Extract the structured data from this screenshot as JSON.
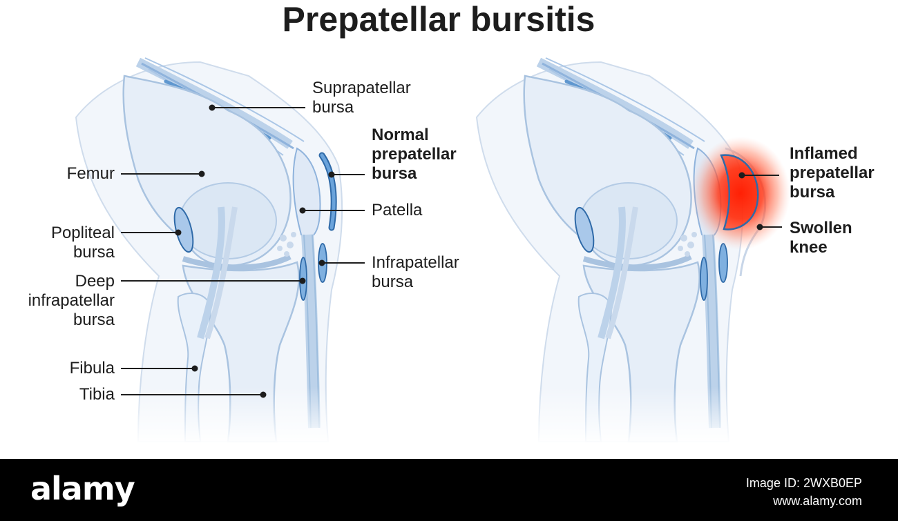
{
  "title": "Prepatellar bursitis",
  "normal_knee": {
    "labels": {
      "suprapatellar": [
        "Suprapatellar",
        "bursa"
      ],
      "normal_prepatellar": [
        "Normal",
        "prepatellar",
        "bursa"
      ],
      "femur": [
        "Femur"
      ],
      "patella": [
        "Patella"
      ],
      "popliteal": [
        "Popliteal",
        "bursa"
      ],
      "infrapatellar": [
        "Infrapatellar",
        "bursa"
      ],
      "deep_infrapatellar": [
        "Deep",
        "infrapatellar",
        "bursa"
      ],
      "fibula": [
        "Fibula"
      ],
      "tibia": [
        "Tibia"
      ]
    }
  },
  "inflamed_knee": {
    "labels": {
      "inflamed_prepatellar": [
        "Inflamed",
        "prepatellar",
        "bursa"
      ],
      "swollen_knee": [
        "Swollen",
        "knee"
      ]
    }
  },
  "colors": {
    "bone_outline": "#a9c3e0",
    "bone_fill": "#e9f1fa",
    "bursa": "#5f97cf",
    "bursa_outline": "#2f6aa8",
    "tendon": "#6f9ed3",
    "inflammation": "#ff1a00",
    "leader": "#1d1d1d"
  },
  "footer": {
    "brand": "alamy",
    "image_id": [
      "Image ID: 2WXB0EP",
      "www.alamy.com"
    ]
  }
}
